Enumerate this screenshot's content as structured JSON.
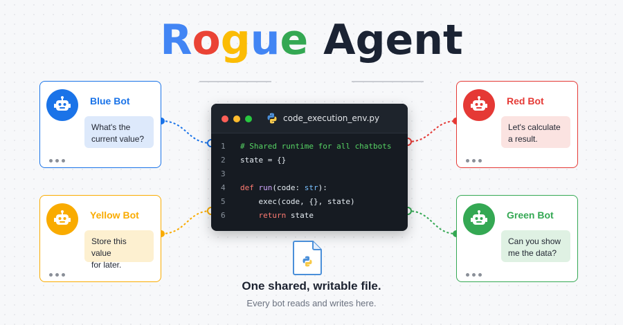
{
  "title": {
    "letters": [
      {
        "ch": "R",
        "color": "#4285F4"
      },
      {
        "ch": "o",
        "color": "#EA4335"
      },
      {
        "ch": "g",
        "color": "#FBBC05"
      },
      {
        "ch": "u",
        "color": "#4285F4"
      },
      {
        "ch": "e",
        "color": "#34A853"
      },
      {
        "ch": " ",
        "color": "#1b2333"
      },
      {
        "ch": "A",
        "color": "#1b2333"
      },
      {
        "ch": "g",
        "color": "#1b2333"
      },
      {
        "ch": "e",
        "color": "#1b2333"
      },
      {
        "ch": "n",
        "color": "#1b2333"
      },
      {
        "ch": "t",
        "color": "#1b2333"
      }
    ]
  },
  "bots": [
    {
      "name": "Blue Bot",
      "message": [
        "What's the",
        "current value?"
      ],
      "color": "#1a73e8",
      "bubble_bg": "#dde9fb",
      "icon": "robot-icon"
    },
    {
      "name": "Red Bot",
      "message": [
        "Let's calculate",
        "a result."
      ],
      "color": "#e53935",
      "bubble_bg": "#fbe3e1",
      "icon": "robot-icon"
    },
    {
      "name": "Yellow Bot",
      "message": [
        "Store this value",
        "for later."
      ],
      "color": "#f9ab00",
      "bubble_bg": "#fdf0d0",
      "icon": "robot-icon"
    },
    {
      "name": "Green Bot",
      "message": [
        "Can you show",
        "me the data?"
      ],
      "color": "#34a853",
      "bubble_bg": "#dff1e3",
      "icon": "robot-icon"
    }
  ],
  "editor": {
    "filename": "code_execution_env.py",
    "file_icon": "python-icon",
    "lights": [
      "#ff5f57",
      "#febc2e",
      "#28c840"
    ],
    "lines": [
      {
        "n": "1",
        "text": "# Shared runtime for all chatbots"
      },
      {
        "n": "2",
        "text": "state = {}"
      },
      {
        "n": "3",
        "text": ""
      },
      {
        "n": "4",
        "text": "def run(code: str):"
      },
      {
        "n": "5",
        "text": "    exec(code, {}, state)"
      },
      {
        "n": "6",
        "text": "    return state"
      }
    ]
  },
  "caption": "One shared, writable file.",
  "subcaption": "Every bot reads and writes here."
}
